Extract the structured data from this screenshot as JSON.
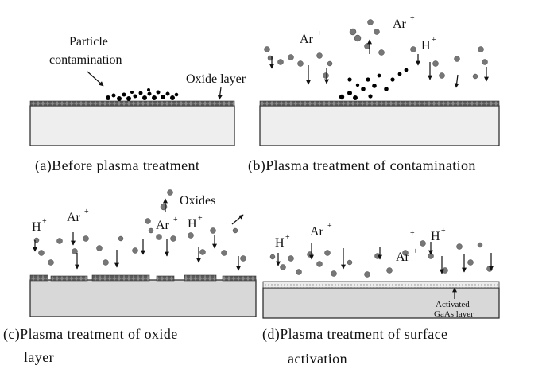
{
  "panels": {
    "a": {
      "caption": "(a)Before plasma treatment",
      "particle_label_1": "Particle",
      "particle_label_2": "contamination",
      "oxide_label": "Oxide layer"
    },
    "b": {
      "caption": "(b)Plasma treatment of contamination",
      "ions": [
        "Ar",
        "Ar",
        "H"
      ]
    },
    "c": {
      "caption_1": "(c)Plasma treatment of oxide",
      "caption_2": "layer",
      "oxides_label": "Oxides",
      "ions": [
        "H",
        "Ar",
        "Ar",
        "H"
      ]
    },
    "d": {
      "caption_1": "(d)Plasma treatment of surface",
      "caption_2": "activation",
      "activated_1": "Activated",
      "activated_2": "GaAs layer",
      "ions": [
        "H",
        "Ar",
        "H",
        "Ar"
      ]
    },
    "charge_sign": "+"
  },
  "colors": {
    "substrate": "#e8e8e8",
    "oxide": "#6a6a6a",
    "particle": "#000000",
    "ion": "#777777",
    "activated": "#e6e6e6"
  }
}
